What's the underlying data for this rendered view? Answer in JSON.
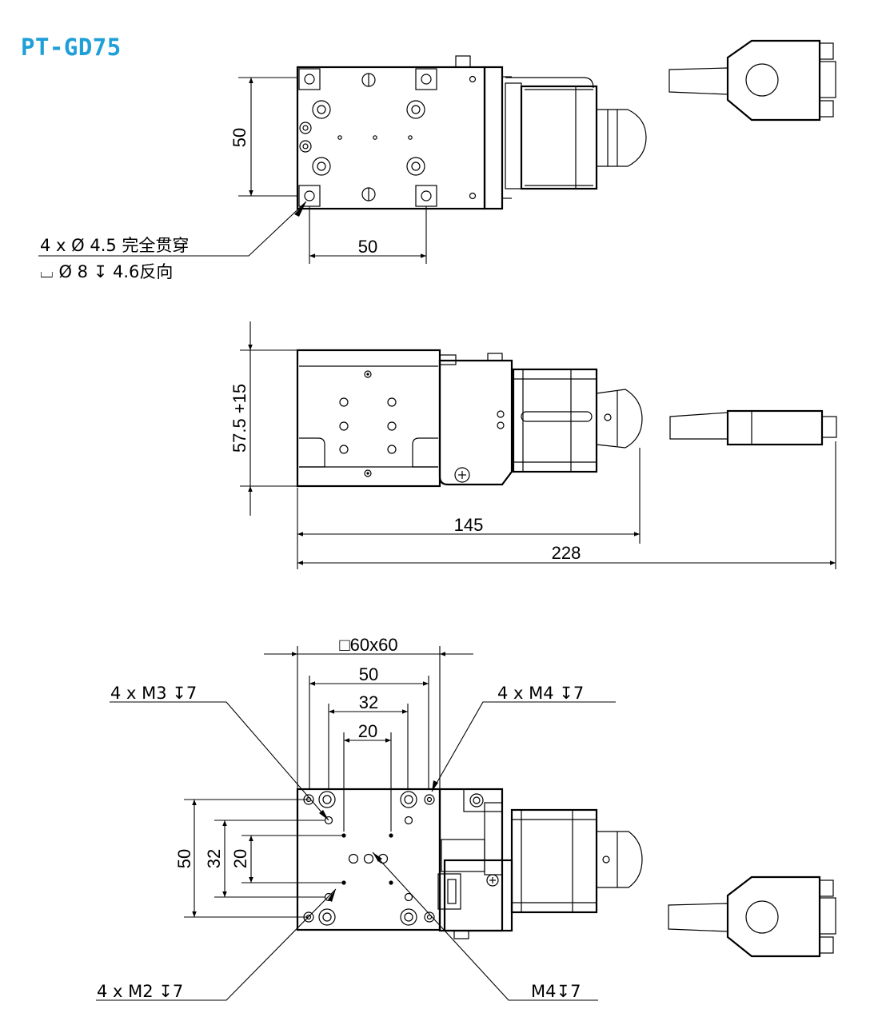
{
  "title": "PT-GD75",
  "top_view": {
    "dim_height": "50",
    "dim_width": "50",
    "hole_note_line1": "4 x Ø 4.5 完全贯穿",
    "hole_note_line2": "⌴ Ø 8 ↧ 4.6反向"
  },
  "side_view": {
    "dim_height": "57.5 +15",
    "dim_145": "145",
    "dim_228": "228"
  },
  "bottom_view": {
    "dim_square": "□60x60",
    "dim_50_top": "50",
    "dim_32_top": "32",
    "dim_20_top": "20",
    "dim_50_left": "50",
    "dim_32_left": "32",
    "dim_20_left": "20",
    "note_m3": "4 x  M3 ↧7",
    "note_m4_four": "4 x  M4 ↧7",
    "note_m2": "4 x  M2 ↧7",
    "note_m4_single": "M4↧7"
  }
}
